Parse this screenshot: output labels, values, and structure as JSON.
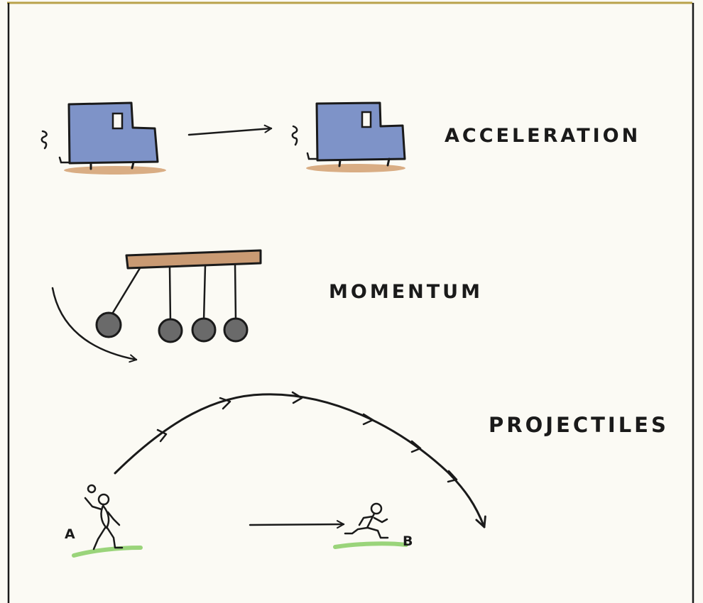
{
  "labels": {
    "acceleration": "ACCELERATION",
    "momentum": "MOMENTUM",
    "projectiles": "PROJECTILES",
    "point_a": "A",
    "point_b": "B"
  },
  "colors": {
    "truck_body": "#7e93c8",
    "ground_sand": "#d9ad84",
    "pendulum_bar": "#c99a73",
    "ball": "#6a6a6a",
    "grass": "#9ad47a",
    "ink": "#1a1a1a",
    "frame_top": "#b9a24a"
  },
  "icons": {
    "truck": "truck-icon",
    "pendulum": "newtons-cradle-icon",
    "runner": "stick-figure-icon"
  }
}
